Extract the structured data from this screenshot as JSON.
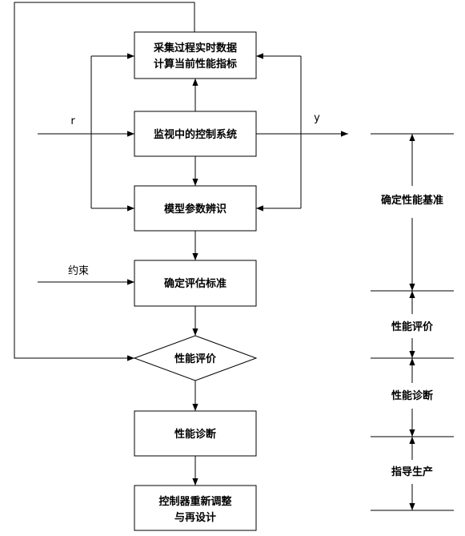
{
  "flow": {
    "collect_line1": "采集过程实时数据",
    "collect_line2": "计算当前性能指标",
    "monitor": "监视中的控制系统",
    "identify": "模型参数辨识",
    "criteria": "确定评估标准",
    "evaluate": "性能评价",
    "diagnose": "性能诊断",
    "redesign_line1": "控制器重新调整",
    "redesign_line2": "与再设计"
  },
  "signals": {
    "input_r": "r",
    "output_y": "y",
    "constraint": "约束"
  },
  "stages": {
    "baseline": "确定性能基准",
    "evaluation": "性能评价",
    "diagnosis": "性能诊断",
    "guidance": "指导生产"
  }
}
